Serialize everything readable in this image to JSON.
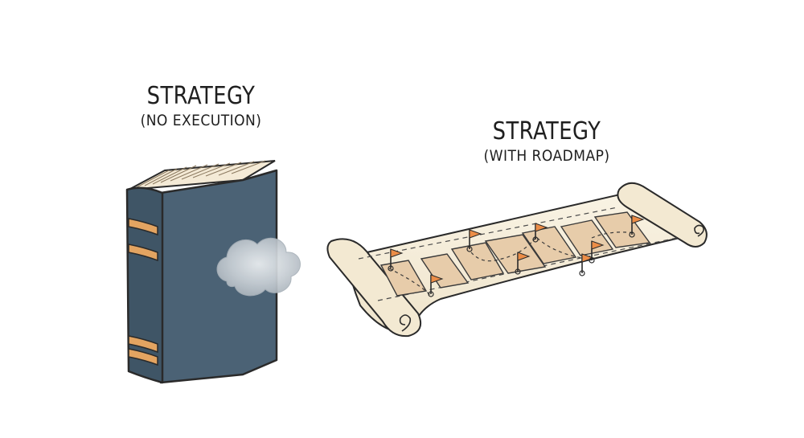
{
  "left": {
    "title": "STRATEGY",
    "subtitle": "(NO EXECUTION)"
  },
  "right": {
    "title": "STRATEGY",
    "subtitle": "(WITH ROADMAP)"
  },
  "colors": {
    "book_cover": "#4b6275",
    "book_spine_band": "#e3a461",
    "scroll_paper": "#f6eedb",
    "roadmap_block": "#e7ccaa",
    "flag": "#ec8d47",
    "cloud": "#b9c0c6",
    "ink": "#2a2a2a"
  },
  "icons": {
    "book": "closed-book-icon",
    "cloud": "cloud-icon",
    "scroll": "scroll-roadmap-icon",
    "flag": "milestone-flag-icon"
  }
}
